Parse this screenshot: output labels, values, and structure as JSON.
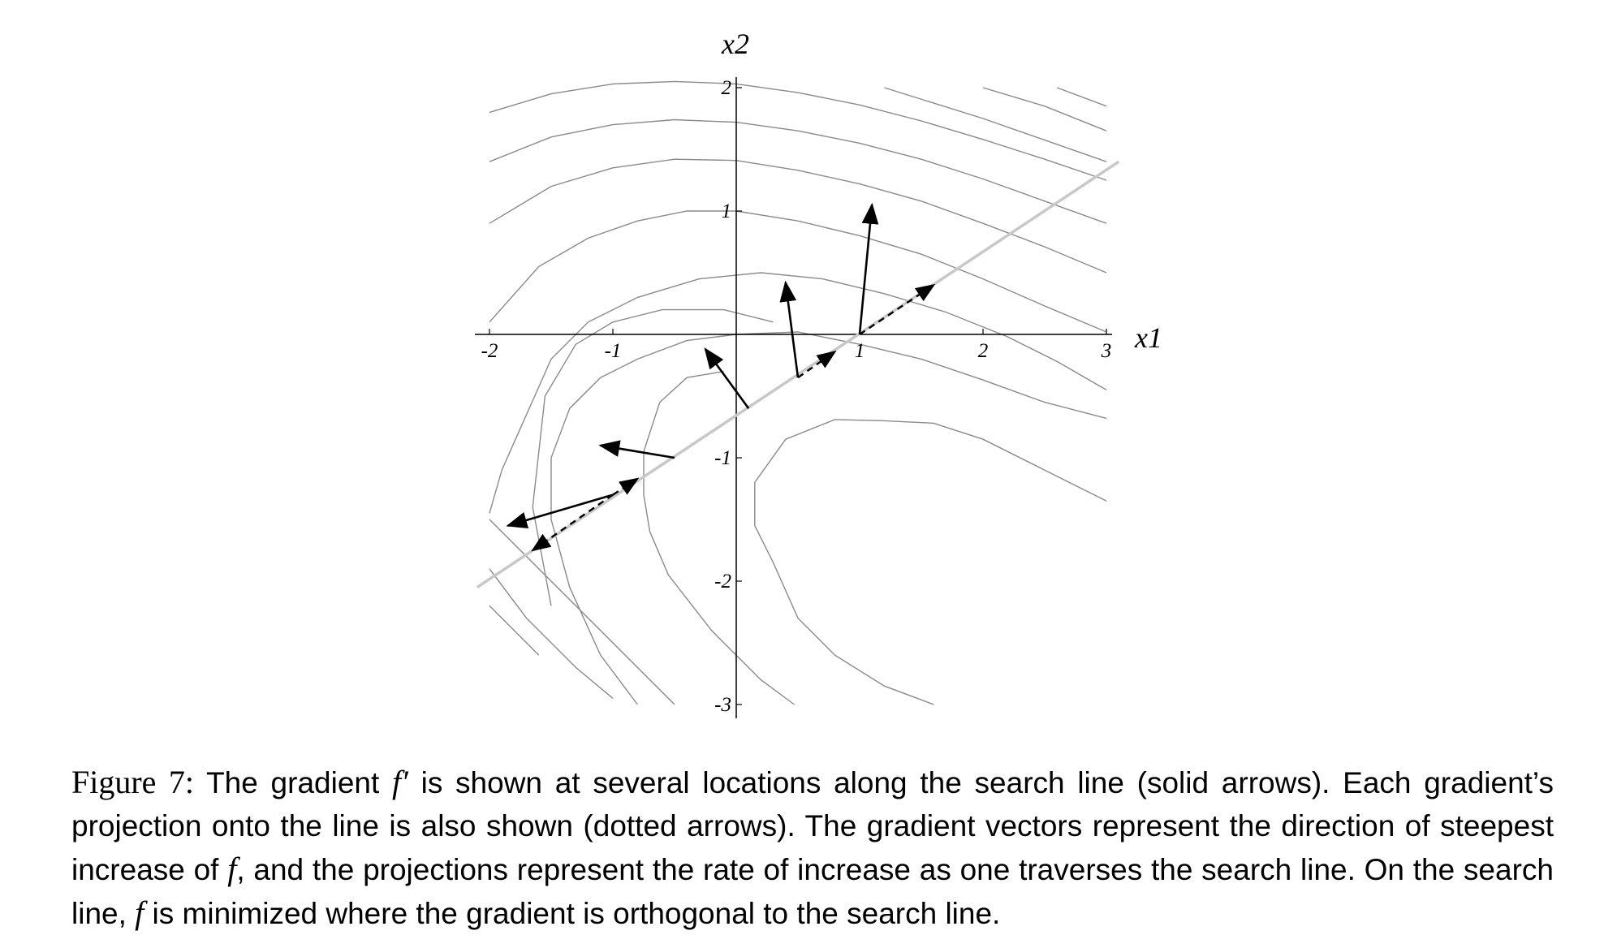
{
  "chart_data": {
    "type": "contour",
    "xlabel": "x1",
    "ylabel": "x2",
    "xlim": [
      -2,
      3
    ],
    "ylim": [
      -3,
      2
    ],
    "x_ticks": [
      "-2",
      "-1",
      "1",
      "2",
      "3"
    ],
    "y_ticks": [
      "2",
      "1",
      "-1",
      "-2",
      "-3"
    ],
    "search_line": [
      [
        -2.1,
        -2.05
      ],
      [
        3.1,
        1.4
      ]
    ],
    "contours": [
      [
        [
          -2,
          1.8
        ],
        [
          -1.5,
          1.95
        ],
        [
          -1,
          2.03
        ],
        [
          -0.5,
          2.05
        ],
        [
          0,
          2.03
        ],
        [
          0.5,
          1.96
        ],
        [
          1,
          1.86
        ],
        [
          1.5,
          1.73
        ],
        [
          2,
          1.58
        ],
        [
          2.5,
          1.42
        ],
        [
          3,
          1.25
        ]
      ],
      [
        [
          -2,
          1.4
        ],
        [
          -1.5,
          1.6
        ],
        [
          -1,
          1.7
        ],
        [
          -0.5,
          1.74
        ],
        [
          0,
          1.72
        ],
        [
          0.5,
          1.65
        ],
        [
          1,
          1.55
        ],
        [
          1.5,
          1.42
        ],
        [
          2,
          1.26
        ],
        [
          2.5,
          1.08
        ],
        [
          3,
          0.9
        ]
      ],
      [
        [
          -2,
          0.9
        ],
        [
          -1.5,
          1.2
        ],
        [
          -1,
          1.35
        ],
        [
          -0.5,
          1.42
        ],
        [
          0,
          1.41
        ],
        [
          0.5,
          1.33
        ],
        [
          1,
          1.22
        ],
        [
          1.5,
          1.08
        ],
        [
          2,
          0.9
        ],
        [
          2.5,
          0.71
        ],
        [
          3,
          0.5
        ]
      ],
      [
        [
          -2,
          0.1
        ],
        [
          -1.6,
          0.55
        ],
        [
          -1.2,
          0.78
        ],
        [
          -0.8,
          0.92
        ],
        [
          -0.4,
          1.0
        ],
        [
          0,
          1.0
        ],
        [
          0.5,
          0.92
        ],
        [
          1,
          0.8
        ],
        [
          1.5,
          0.65
        ],
        [
          2,
          0.45
        ],
        [
          2.5,
          0.23
        ],
        [
          3,
          0.02
        ]
      ],
      [
        [
          -2,
          -1.45
        ],
        [
          -1.9,
          -1.1
        ],
        [
          -1.5,
          -0.2
        ],
        [
          -1.2,
          0.1
        ],
        [
          -0.8,
          0.3
        ],
        [
          -0.3,
          0.45
        ],
        [
          0.2,
          0.5
        ],
        [
          0.7,
          0.45
        ],
        [
          1.2,
          0.33
        ],
        [
          1.7,
          0.18
        ],
        [
          2.2,
          -0.02
        ],
        [
          2.6,
          -0.22
        ],
        [
          3,
          -0.45
        ]
      ],
      [
        [
          -1.5,
          -2.2
        ],
        [
          -1.65,
          -1.4
        ],
        [
          -1.55,
          -0.5
        ],
        [
          -1.3,
          -0.08
        ],
        [
          -1.0,
          0.1
        ],
        [
          -0.6,
          0.2
        ],
        [
          -0.1,
          0.2
        ],
        [
          0.3,
          0.1
        ]
      ],
      [
        [
          -2,
          -1.5
        ],
        [
          -1.5,
          -2.0
        ],
        [
          -1.0,
          -2.5
        ],
        [
          -0.5,
          -3.0
        ]
      ],
      [
        [
          -2,
          -1.9
        ],
        [
          -1.7,
          -2.3
        ],
        [
          -1.3,
          -2.7
        ],
        [
          -1.0,
          -2.95
        ]
      ],
      [
        [
          -2,
          -2.2
        ],
        [
          -1.8,
          -2.4
        ],
        [
          -1.6,
          -2.6
        ]
      ],
      [
        [
          -0.8,
          -3.0
        ],
        [
          -1.1,
          -2.6
        ],
        [
          -1.35,
          -2.05
        ],
        [
          -1.5,
          -1.5
        ],
        [
          -1.5,
          -1.0
        ],
        [
          -1.35,
          -0.6
        ],
        [
          -1.1,
          -0.35
        ],
        [
          -0.8,
          -0.2
        ],
        [
          -0.4,
          -0.05
        ],
        [
          0,
          0
        ],
        [
          0.5,
          0.02
        ],
        [
          1,
          -0.08
        ],
        [
          1.5,
          -0.2
        ],
        [
          2,
          -0.37
        ],
        [
          2.5,
          -0.55
        ],
        [
          3,
          -0.68
        ]
      ],
      [
        [
          0.47,
          -3.0
        ],
        [
          0.2,
          -2.8
        ],
        [
          -0.2,
          -2.4
        ],
        [
          -0.55,
          -1.95
        ],
        [
          -0.7,
          -1.6
        ],
        [
          -0.75,
          -1.3
        ],
        [
          -0.75,
          -0.95
        ],
        [
          -0.62,
          -0.55
        ],
        [
          -0.4,
          -0.35
        ],
        [
          -0.1,
          -0.3
        ]
      ],
      [
        [
          1.6,
          -3.0
        ],
        [
          1.2,
          -2.85
        ],
        [
          0.8,
          -2.6
        ],
        [
          0.5,
          -2.3
        ],
        [
          0.3,
          -1.85
        ],
        [
          0.15,
          -1.55
        ],
        [
          0.15,
          -1.2
        ],
        [
          0.4,
          -0.85
        ],
        [
          0.8,
          -0.69
        ],
        [
          1.2,
          -0.7
        ],
        [
          1.6,
          -0.72
        ],
        [
          2.0,
          -0.85
        ],
        [
          2.5,
          -1.1
        ],
        [
          3,
          -1.35
        ]
      ],
      [
        [
          1.2,
          2.0
        ],
        [
          2.0,
          1.75
        ],
        [
          3.0,
          1.4
        ]
      ],
      [
        [
          2.0,
          2.0
        ],
        [
          2.5,
          1.85
        ],
        [
          3.0,
          1.65
        ]
      ],
      [
        [
          2.6,
          2.0
        ],
        [
          3.0,
          1.85
        ]
      ]
    ],
    "gradients": [
      {
        "from": [
          -0.5,
          -1.0
        ],
        "to": [
          -1.1,
          -0.9
        ]
      },
      {
        "from": [
          -1.0,
          -1.3
        ],
        "to": [
          -1.85,
          -1.55
        ]
      },
      {
        "from": [
          0.1,
          -0.6
        ],
        "to": [
          -0.25,
          -0.12
        ]
      },
      {
        "from": [
          0.5,
          -0.35
        ],
        "to": [
          0.4,
          0.42
        ]
      },
      {
        "from": [
          1.0,
          0.0
        ],
        "to": [
          1.1,
          1.05
        ]
      }
    ],
    "projections": [
      {
        "from": [
          -1.0,
          -1.3
        ],
        "to": [
          -0.8,
          -1.17
        ]
      },
      {
        "from": [
          -1.0,
          -1.3
        ],
        "to": [
          -1.65,
          -1.75
        ]
      },
      {
        "from": [
          0.5,
          -0.35
        ],
        "to": [
          0.8,
          -0.14
        ]
      },
      {
        "from": [
          1.0,
          0.0
        ],
        "to": [
          1.6,
          0.4
        ]
      }
    ]
  },
  "caption": {
    "label": "Figure 7:",
    "p1": " The gradient ",
    "sym1": "f′",
    "p2": " is shown at several locations along the search line (solid arrows). Each gradient’s projection onto the line is also shown (dotted arrows).  The gradient vectors represent the direction of steepest increase of ",
    "sym2": "f",
    "p3": ", and the projections represent the rate of increase as one traverses the search line. On the search line, ",
    "sym3": "f",
    "p4": " is minimized where the gradient is orthogonal to the search line."
  }
}
